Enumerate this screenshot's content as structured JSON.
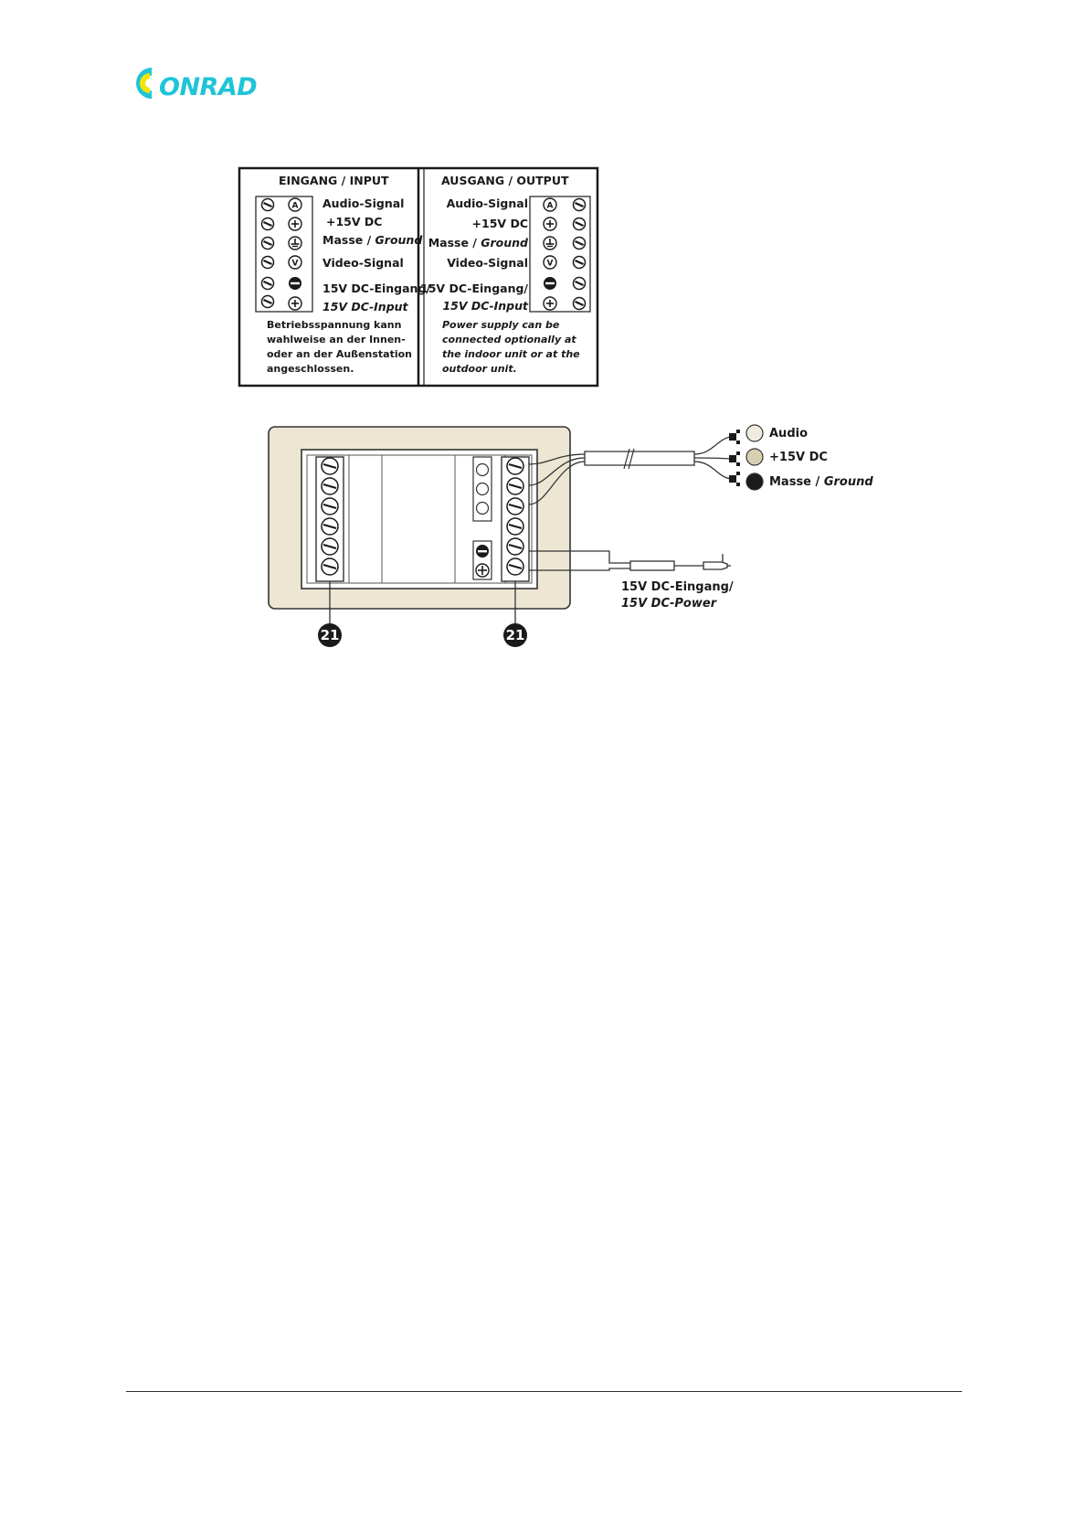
{
  "brand": {
    "name": "CONRAD",
    "colors": {
      "c_outer": "#1fc4d8",
      "c_inner": "#f2e600",
      "text": "#1fc4d8"
    }
  },
  "panel_input": {
    "title": "EINGANG / INPUT",
    "rows": [
      {
        "symbol": "A",
        "label": "Audio-Signal"
      },
      {
        "symbol": "plus",
        "label": "+15V DC"
      },
      {
        "symbol": "ground",
        "label": "Masse / ",
        "label_italic": "Ground"
      },
      {
        "symbol": "V",
        "label": "Video-Signal"
      },
      {
        "symbol": "minus",
        "label": "15V DC-Eingang/"
      },
      {
        "symbol": "plus",
        "label": "",
        "label_italic": "15V DC-Input"
      }
    ],
    "note": [
      "Betriebsspannung kann",
      "wahlweise an der Innen-",
      "oder an der Außenstation",
      "angeschlossen."
    ]
  },
  "panel_output": {
    "title": "AUSGANG / OUTPUT",
    "rows": [
      {
        "symbol": "A",
        "label": "Audio-Signal"
      },
      {
        "symbol": "plus",
        "label": "+15V DC"
      },
      {
        "symbol": "ground",
        "label": "Masse / ",
        "label_italic": "Ground"
      },
      {
        "symbol": "V",
        "label": "Video-Signal"
      },
      {
        "symbol": "minus",
        "label": "15V DC-Eingang/"
      },
      {
        "symbol": "plus",
        "label": "",
        "label_italic": "15V DC-Input"
      }
    ],
    "note": [
      "Power supply can be",
      "connected optionally at",
      "the indoor unit or at the",
      "outdoor unit."
    ]
  },
  "wiring": {
    "wire_labels": [
      {
        "text": "Audio",
        "dot_color": "#f0ece0"
      },
      {
        "text": "+15V DC",
        "dot_color": "#d9cfb3"
      },
      {
        "text": "Masse / Ground",
        "dot_color": "#1a1a1a"
      }
    ],
    "power_label": [
      "15V DC-Eingang/",
      "15V DC-Power"
    ],
    "callout": "21",
    "housing_color": "#ede6d3"
  }
}
